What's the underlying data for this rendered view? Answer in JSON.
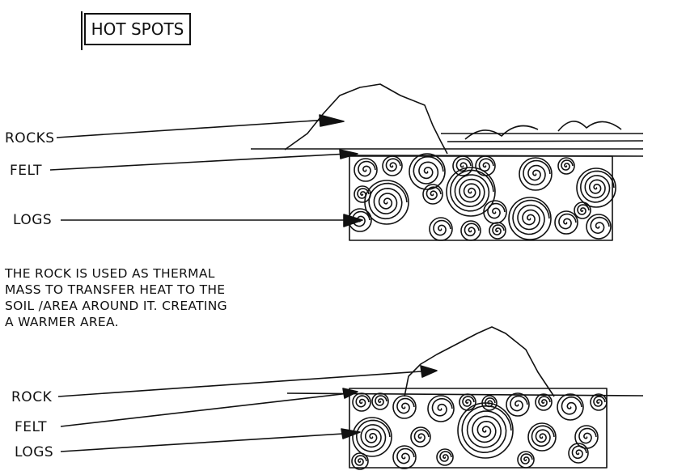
{
  "title": "HOT SPOTS",
  "top_diagram": {
    "labels": {
      "rocks": "ROCKS",
      "felt": "FELT",
      "logs": "LOGS"
    }
  },
  "description": "The rock is used as thermal mass to transfer heat to the soil /area around it. Creating a warmer area.",
  "bottom_diagram": {
    "labels": {
      "rock": "ROCK",
      "felt": "FELT",
      "logs": "LOGS"
    }
  },
  "colors": {
    "ink": "#111111",
    "paper": "#ffffff"
  }
}
